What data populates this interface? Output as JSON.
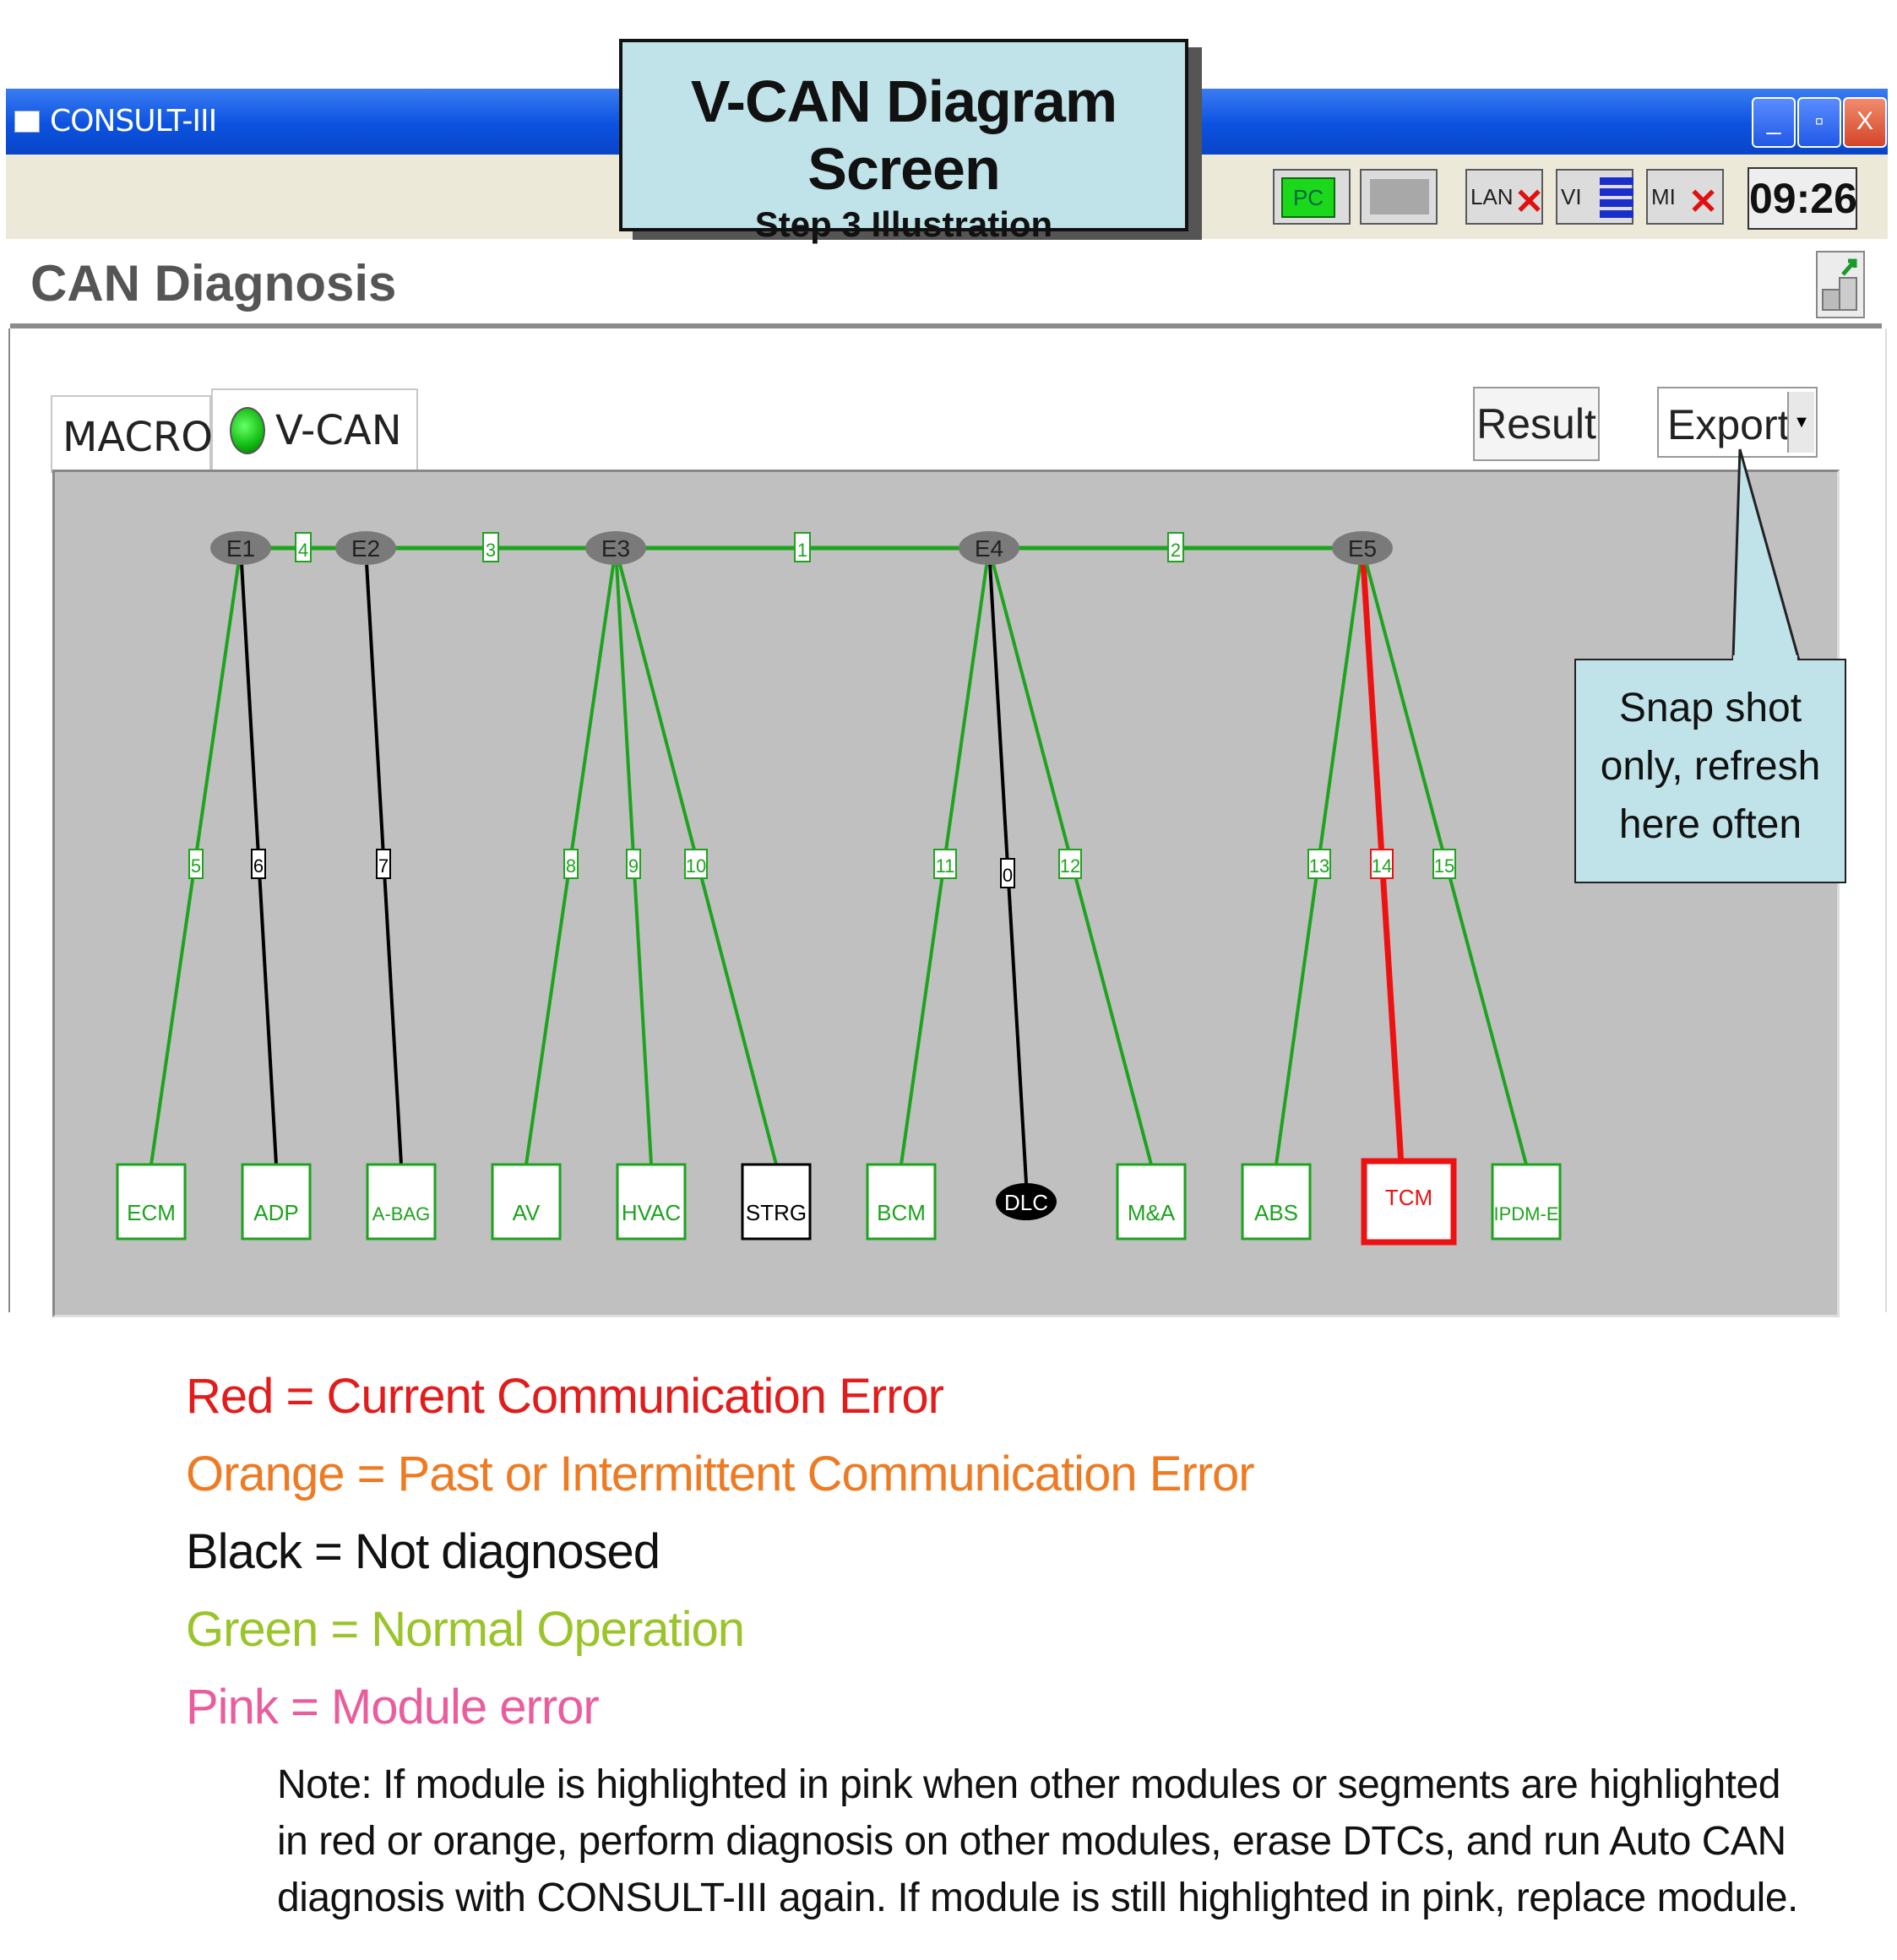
{
  "header_box": {
    "title": "V-CAN Diagram Screen",
    "subtitle": "Step 3 Illustration"
  },
  "window": {
    "title": "CONSULT-III",
    "buttons": {
      "minimize": "_",
      "restore": "▫",
      "close": "X"
    }
  },
  "toolbar": {
    "pc_label": "PC",
    "lan_label": "LAN",
    "vi_label": "VI",
    "mi_label": "MI",
    "clock": "09:26"
  },
  "page": {
    "title": "CAN Diagnosis"
  },
  "tabs": [
    {
      "label": "MACRO"
    },
    {
      "label": "V-CAN"
    }
  ],
  "buttons": {
    "result": "Result",
    "export": "Export"
  },
  "colors": {
    "green": "#1ea31e",
    "black": "#000000",
    "red": "#ee1111",
    "node": "#7a7a7a"
  },
  "diagram": {
    "junctions": [
      "E1",
      "E2",
      "E3",
      "E4",
      "E5"
    ],
    "bus_segments": [
      {
        "label": "4",
        "from": "E1",
        "to": "E2",
        "status": "green"
      },
      {
        "label": "3",
        "from": "E2",
        "to": "E3",
        "status": "green"
      },
      {
        "label": "1",
        "from": "E3",
        "to": "E4",
        "status": "green"
      },
      {
        "label": "2",
        "from": "E4",
        "to": "E5",
        "status": "green"
      }
    ],
    "branches": [
      {
        "label": "5",
        "from": "E1",
        "to": "ECM",
        "status": "green"
      },
      {
        "label": "6",
        "from": "E1",
        "to": "ADP",
        "status": "black"
      },
      {
        "label": "7",
        "from": "E2",
        "to": "A-BAG",
        "status": "black"
      },
      {
        "label": "8",
        "from": "E3",
        "to": "AV",
        "status": "green"
      },
      {
        "label": "9",
        "from": "E3",
        "to": "HVAC",
        "status": "green"
      },
      {
        "label": "10",
        "from": "E3",
        "to": "STRG",
        "status": "green"
      },
      {
        "label": "11",
        "from": "E4",
        "to": "BCM",
        "status": "green"
      },
      {
        "label": "0",
        "from": "E4",
        "to": "DLC",
        "status": "black"
      },
      {
        "label": "12",
        "from": "E4",
        "to": "M&A",
        "status": "green"
      },
      {
        "label": "13",
        "from": "E5",
        "to": "ABS",
        "status": "green"
      },
      {
        "label": "14",
        "from": "E5",
        "to": "TCM",
        "status": "red"
      },
      {
        "label": "15",
        "from": "E5",
        "to": "IPDM-E",
        "status": "green"
      }
    ],
    "modules": [
      {
        "label": "ECM",
        "status": "green"
      },
      {
        "label": "ADP",
        "status": "green"
      },
      {
        "label": "A-BAG",
        "status": "green"
      },
      {
        "label": "AV",
        "status": "green"
      },
      {
        "label": "HVAC",
        "status": "green"
      },
      {
        "label": "STRG",
        "status": "black"
      },
      {
        "label": "BCM",
        "status": "green"
      },
      {
        "label": "DLC",
        "status": "black"
      },
      {
        "label": "M&A",
        "status": "green"
      },
      {
        "label": "ABS",
        "status": "green"
      },
      {
        "label": "TCM",
        "status": "red"
      },
      {
        "label": "IPDM-E",
        "status": "green"
      }
    ]
  },
  "callout": {
    "lines": [
      "Snap shot",
      "only, refresh",
      "here often"
    ]
  },
  "legend": [
    {
      "text": "Red = Current Communication Error",
      "color": "#e21b1b"
    },
    {
      "text": "Orange = Past or Intermittent Communication Error",
      "color": "#ee7a22"
    },
    {
      "text": "Black = Not diagnosed",
      "color": "#111111"
    },
    {
      "text": "Green = Normal Operation",
      "color": "#9ac42a"
    },
    {
      "text": "Pink = Module error",
      "color": "#ea5c9c"
    }
  ],
  "note": "Note: If module is highlighted in pink when other modules or segments are highlighted in red or orange, perform diagnosis on other modules, erase DTCs, and run Auto CAN diagnosis with CONSULT-III again. If module is still highlighted in pink, replace module."
}
